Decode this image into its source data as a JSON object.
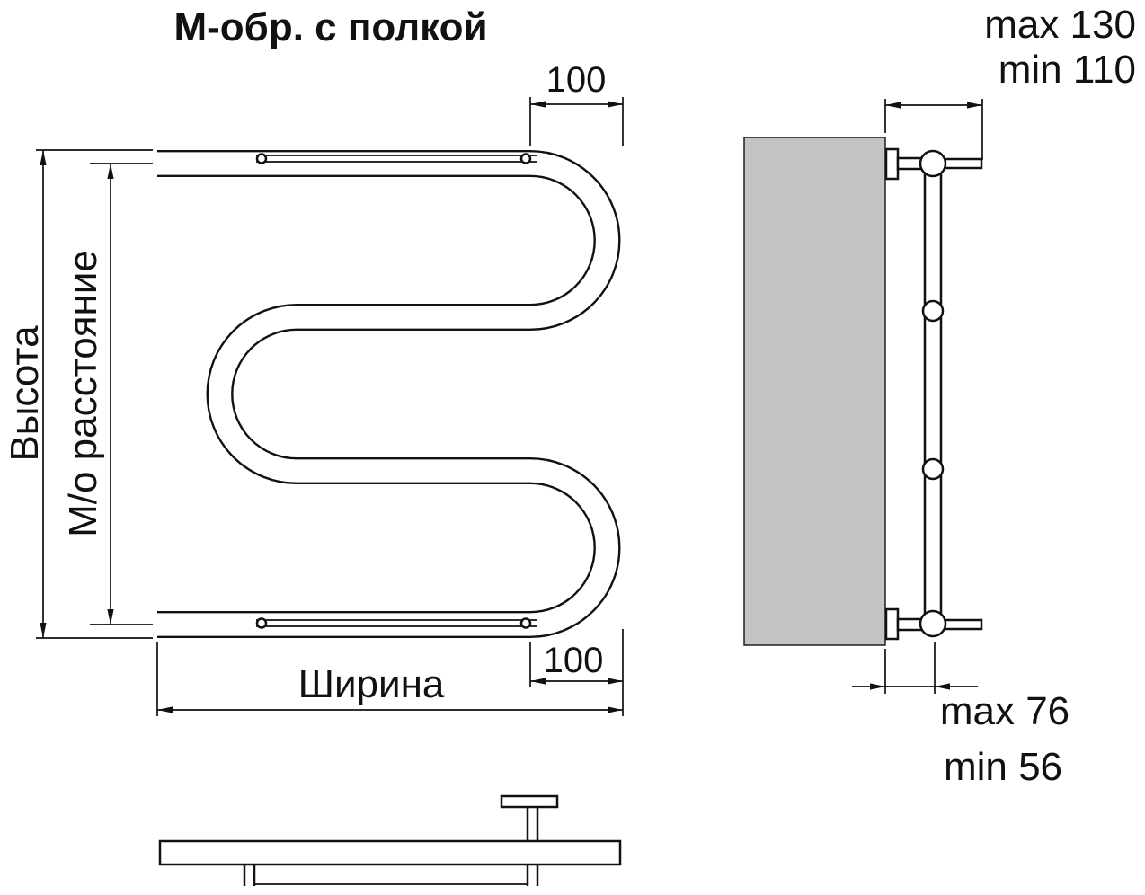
{
  "title": "М-обр. с полкой",
  "colors": {
    "line": "#111111",
    "wall": "#c3c3c3",
    "background": "#ffffff"
  },
  "front_view": {
    "height_label": "Высота",
    "axis_distance_label": "М/о расстояние",
    "top_offset_label": "100",
    "width_label": "Ширина",
    "bottom_offset_label": "100"
  },
  "side_view": {
    "depth_max_label": "max 130",
    "depth_min_label": "min 110",
    "wall_offset_max_label": "max 76",
    "wall_offset_min_label": "min 56"
  }
}
